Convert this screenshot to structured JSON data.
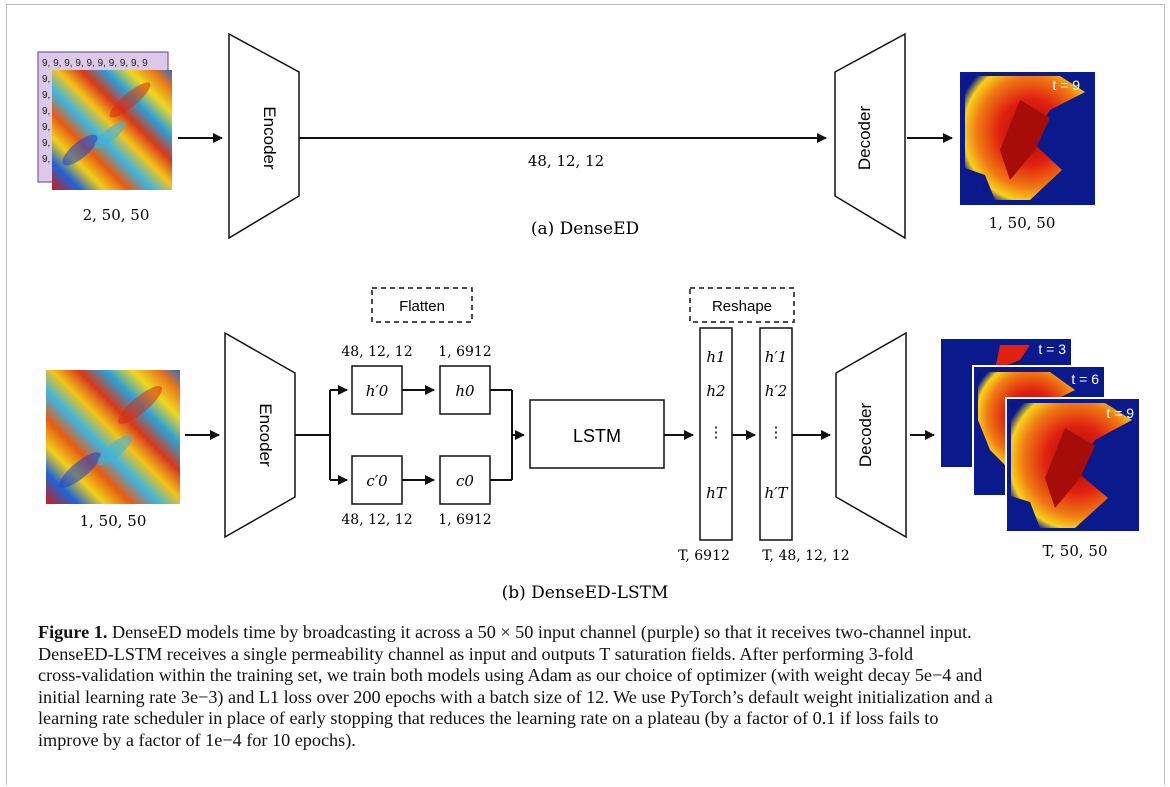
{
  "colors": {
    "purple_channel": "#dcc8e8",
    "purple_border": "#7a5a9a",
    "field_low": "#0a1a8c",
    "field_high": "#d81e10",
    "field_mid": "#f8d21a"
  },
  "panel_a": {
    "input_channel_digits": "9, 9, 9, 9, 9, 9, 9, 9, 9, 9",
    "input_channel_side": "9,",
    "input_shape": "2, 50, 50",
    "encoder_label": "Encoder",
    "latent_shape": "48, 12, 12",
    "decoder_label": "Decoder",
    "output_time": "t = 9",
    "output_shape": "1, 50, 50",
    "caption": "(a) DenseED"
  },
  "panel_b": {
    "input_shape": "1, 50, 50",
    "encoder_label": "Encoder",
    "flatten_label": "Flatten",
    "h0p_shape": "48, 12, 12",
    "h0_shape": "1, 6912",
    "c0p_shape": "48, 12, 12",
    "c0_shape": "1, 6912",
    "h0p_symbol": "h′0",
    "h0_symbol": "h0",
    "c0p_symbol": "c′0",
    "c0_symbol": "c0",
    "lstm_label": "LSTM",
    "reshape_label": "Reshape",
    "seq1": [
      "h1",
      "h2",
      "⋮",
      "hT"
    ],
    "seq2": [
      "h′1",
      "h′2",
      "⋮",
      "h′T"
    ],
    "seq1_shape": "T, 6912",
    "seq2_shape": "T, 48, 12, 12",
    "decoder_label": "Decoder",
    "out_times": [
      "t = 3",
      "t = 6",
      "t = 9"
    ],
    "output_shape": "T, 50, 50",
    "caption": "(b) DenseED-LSTM"
  },
  "figure_caption": {
    "label": "Figure 1.",
    "line1": " DenseED models time by broadcasting it across a 50 × 50 input channel (purple) so that it receives two-channel input.",
    "line2": "DenseED-LSTM receives a single permeability channel as input and outputs T saturation fields. After performing 3-fold",
    "line3": "cross-validation within the training set, we train both models using Adam as our choice of optimizer (with weight decay 5e−4 and",
    "line4": "initial learning rate 3e−3) and L1 loss over 200 epochs with a batch size of 12. We use PyTorch’s default weight initialization and a",
    "line5": "learning rate scheduler in place of early stopping that reduces the learning rate on a plateau (by a factor of 0.1 if loss fails to",
    "line6": "improve by a factor of 1e−4 for 10 epochs)."
  }
}
